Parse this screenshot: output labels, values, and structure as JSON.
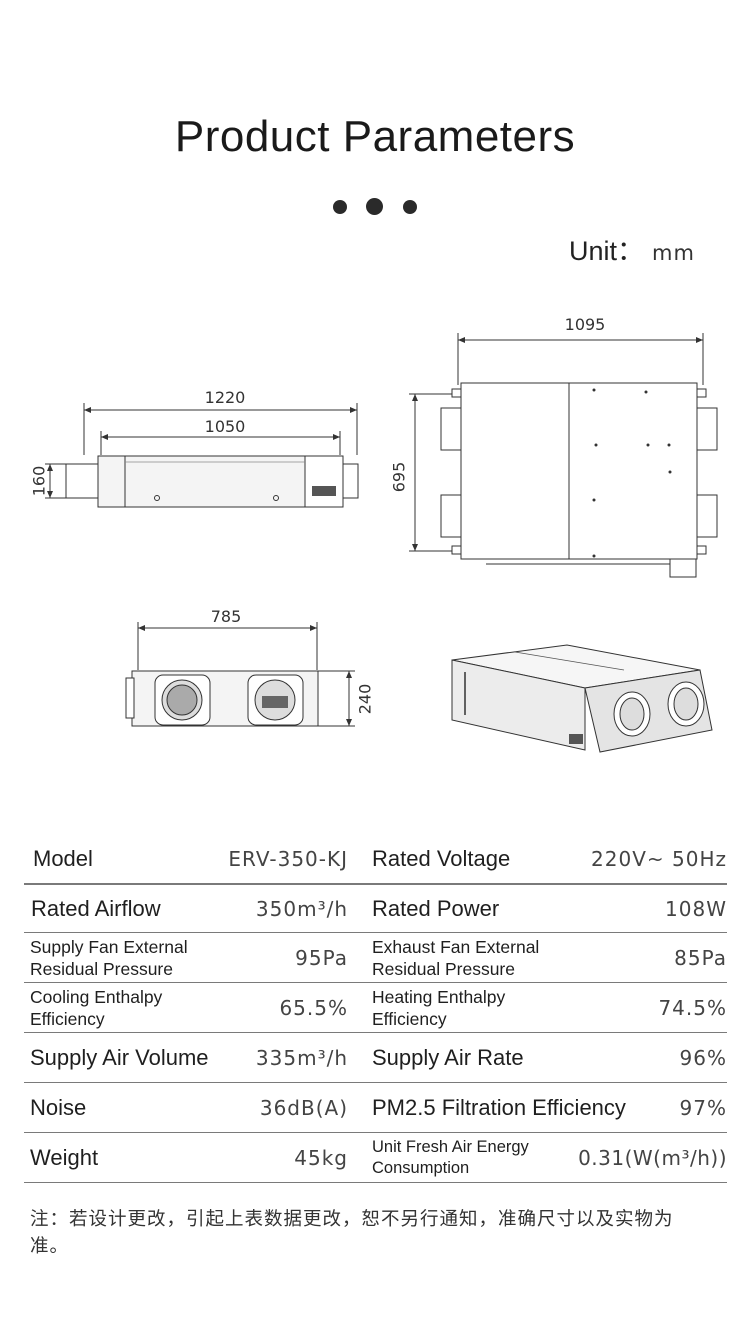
{
  "header": {
    "title": "Product Parameters",
    "unit_label": "Unit：",
    "unit_value": "mm"
  },
  "dimensions": {
    "side_overall": "1220",
    "side_body": "1050",
    "side_height": "160",
    "top_length": "1095",
    "top_width": "695",
    "front_width": "785",
    "front_height": "240"
  },
  "specs": {
    "rows": [
      {
        "l1": "Model",
        "v1": "ERV-350-KJ",
        "l2": "Rated Voltage",
        "v2": "220V~ 50Hz"
      },
      {
        "l1": "Rated Airflow",
        "v1": "350m³/h",
        "l2": "Rated Power",
        "v2": "108W"
      },
      {
        "l1": "Supply Fan External Residual Pressure",
        "v1": "95Pa",
        "l2": "Exhaust Fan External Residual Pressure",
        "v2": "85Pa"
      },
      {
        "l1": "Cooling Enthalpy Efficiency",
        "v1": "65.5%",
        "l2": "Heating Enthalpy Efficiency",
        "v2": "74.5%"
      },
      {
        "l1": "Supply Air Volume",
        "v1": "335m³/h",
        "l2": "Supply Air Rate",
        "v2": "96%"
      },
      {
        "l1": "Noise",
        "v1": "36dB(A)",
        "l2": "PM2.5 Filtration Efficiency",
        "v2": "97%"
      },
      {
        "l1": "Weight",
        "v1": "45kg",
        "l2": "Unit Fresh Air Energy Consumption",
        "v2": "0.31(W(m³/h))"
      }
    ]
  },
  "footer": {
    "note": "注：若设计更改，引起上表数据更改，恕不另行通知，准确尺寸以及实物为准。"
  },
  "colors": {
    "line": "#333333",
    "body_fill": "#f4f4f4",
    "divider": "#7a7a7a"
  }
}
